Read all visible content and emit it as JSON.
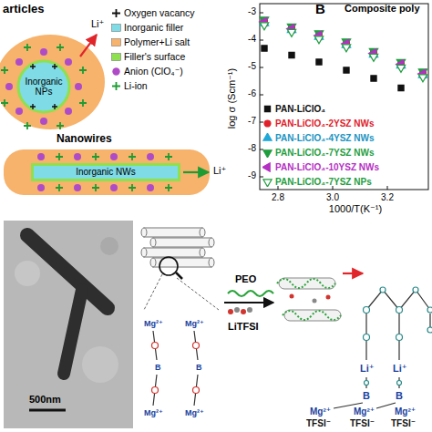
{
  "diagram": {
    "nodes": [
      {
        "text": [
          "Inorganic NPs"
        ]
      },
      {
        "text": [
          "Inorganic NWs"
        ]
      }
    ],
    "labels": [
      "articles",
      "Li⁺",
      "Nanowires",
      "Li⁺",
      "B",
      "Composite poly",
      "log σ (Scm⁻¹)",
      "-3",
      "-4",
      "-5",
      "-6",
      "-7",
      "-8",
      "-9",
      "2.8",
      "3.0",
      "3.2",
      "1000/T(K⁻¹)",
      "500nm",
      "PEO",
      "LiTFSI",
      "Mg²⁺",
      "Mg²⁺",
      "B",
      "B",
      "Mg²⁺",
      "Mg²⁺",
      "Li⁺",
      "Li⁺",
      "B",
      "B",
      "Mg²⁺",
      "Mg²⁺",
      "Mg²⁺",
      "TFSI⁻",
      "TFSI⁻",
      "TFSI⁻"
    ],
    "legend": [
      {
        "text": "Oxygen vacancy"
      },
      {
        "text": "Inorganic filler",
        "color": "#7fdbe6"
      },
      {
        "text": "Polymer+Li salt",
        "color": "#f7b26b"
      },
      {
        "text": "Filler's surface",
        "color": "#8ee04f"
      },
      {
        "text": "Anion (ClO₄⁻)"
      },
      {
        "text": "Li-ion"
      },
      {
        "text": "PAN-LiClO₄"
      },
      {
        "text": "PAN-LiClO₄-2YSZ NWs"
      },
      {
        "text": "PAN-LiClO₄-4YSZ NWs"
      },
      {
        "text": "PAN-LiClO₄-7YSZ NWs"
      },
      {
        "text": "PAN-LiClO₄-10YSZ NWs"
      },
      {
        "text": "PAN-LiClO₄-7YSZ NPs"
      }
    ]
  }
}
